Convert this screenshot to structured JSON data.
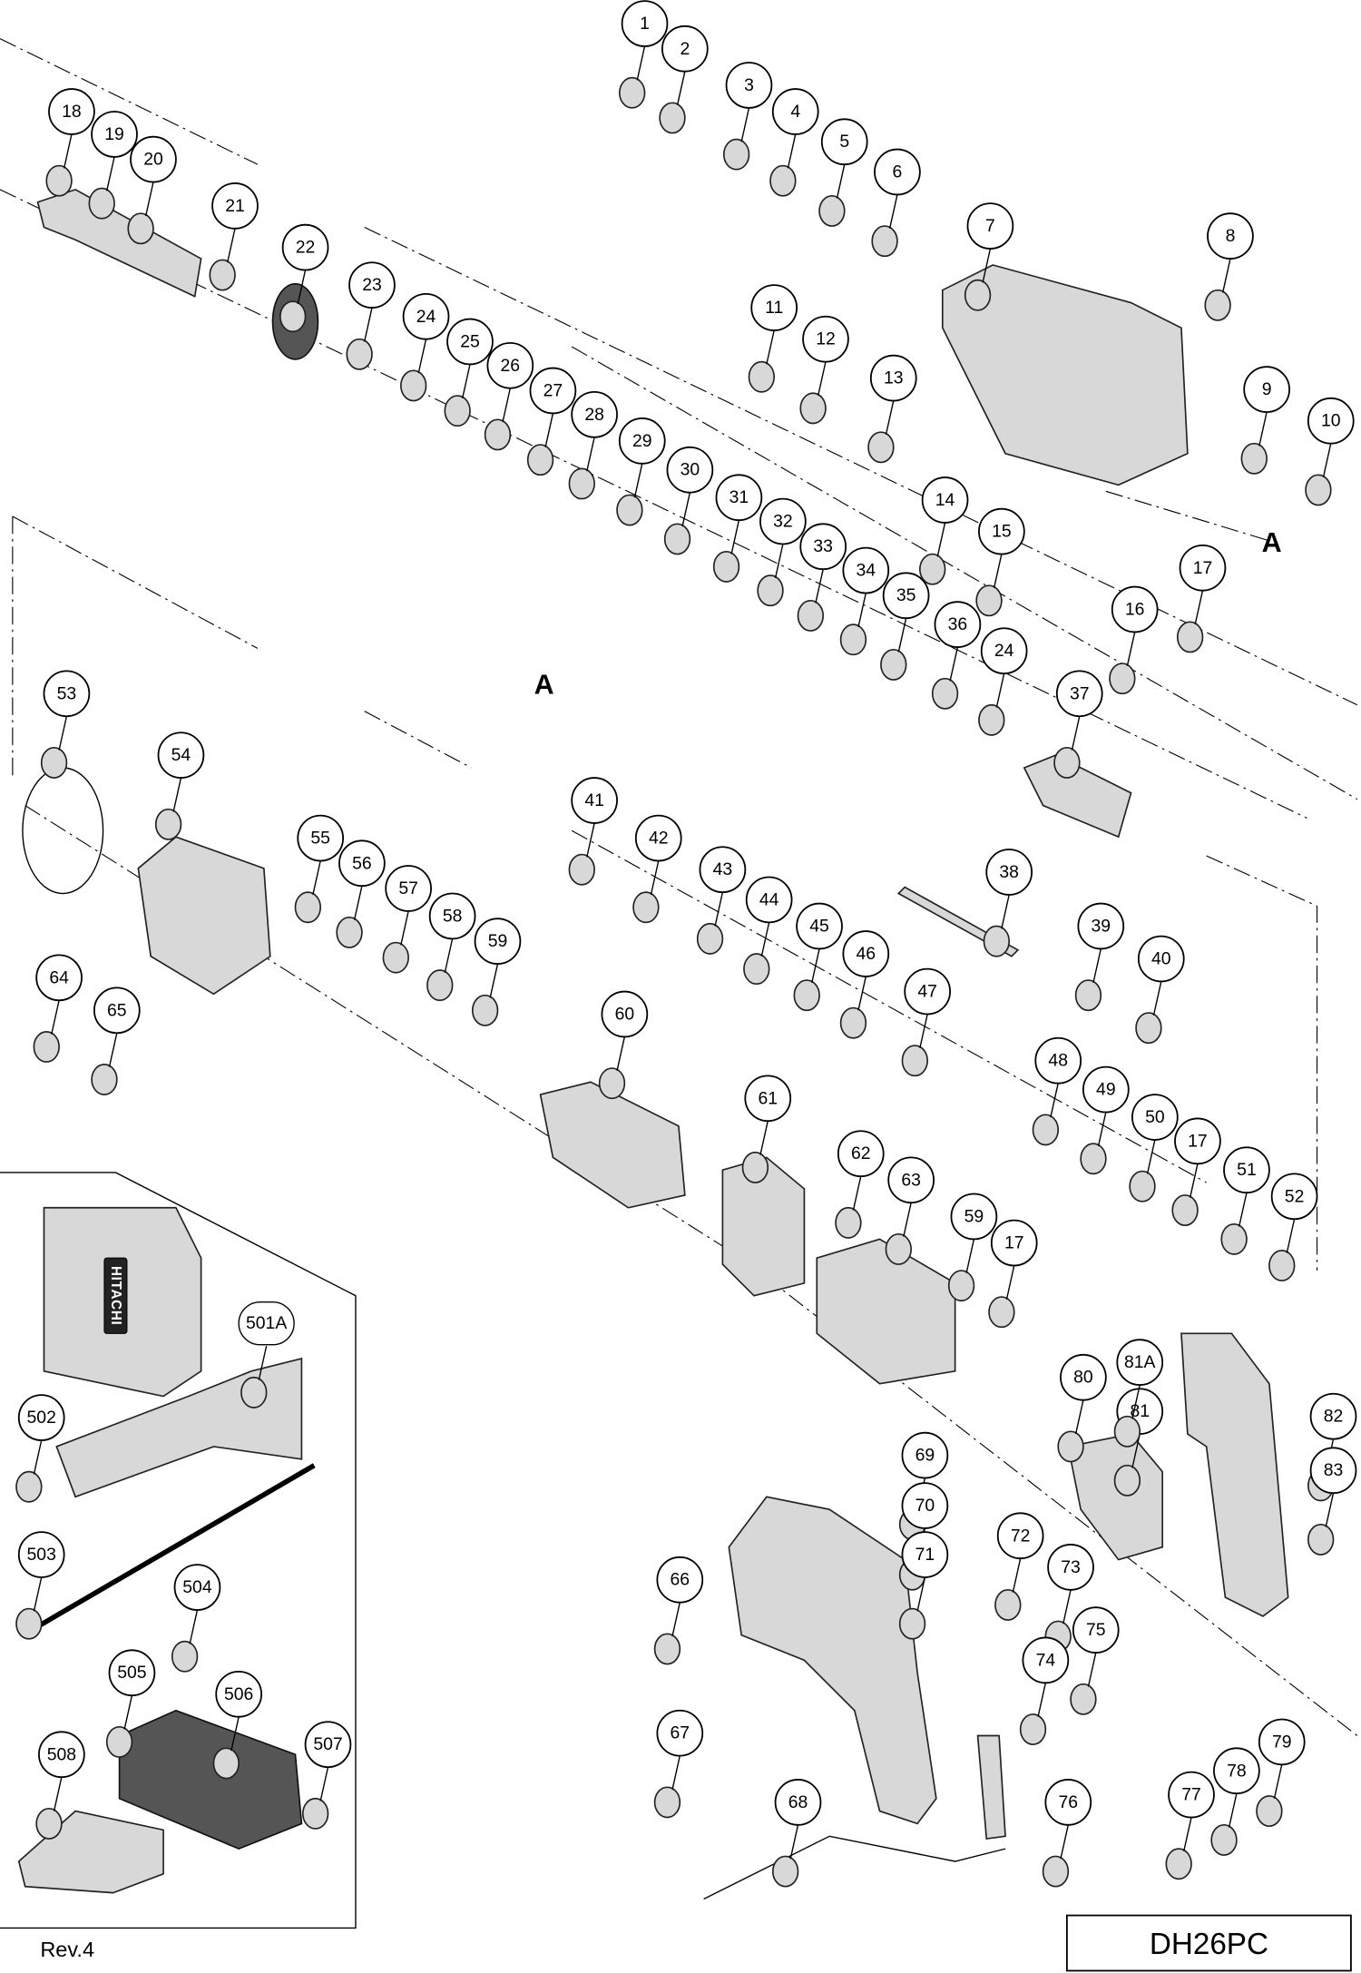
{
  "model": "DH26PC",
  "revision": "Rev.4",
  "section_marker": "A",
  "callouts": [
    "1",
    "2",
    "3",
    "4",
    "5",
    "6",
    "7",
    "8",
    "9",
    "10",
    "11",
    "12",
    "13",
    "14",
    "15",
    "16",
    "17",
    "18",
    "19",
    "20",
    "21",
    "22",
    "23",
    "24",
    "25",
    "26",
    "27",
    "28",
    "29",
    "30",
    "31",
    "32",
    "33",
    "34",
    "35",
    "36",
    "24",
    "37",
    "38",
    "39",
    "40",
    "41",
    "42",
    "43",
    "44",
    "45",
    "46",
    "47",
    "48",
    "49",
    "50",
    "17",
    "51",
    "52",
    "53",
    "54",
    "55",
    "56",
    "57",
    "58",
    "59",
    "60",
    "61",
    "62",
    "63",
    "59",
    "17",
    "64",
    "65",
    "501A",
    "502",
    "503",
    "504",
    "505",
    "506",
    "507",
    "508",
    "66",
    "67",
    "68",
    "69",
    "70",
    "71",
    "72",
    "73",
    "74",
    "75",
    "76",
    "77",
    "78",
    "79",
    "80",
    "81",
    "81A",
    "82",
    "83"
  ],
  "brand_mark": "HITACHI"
}
